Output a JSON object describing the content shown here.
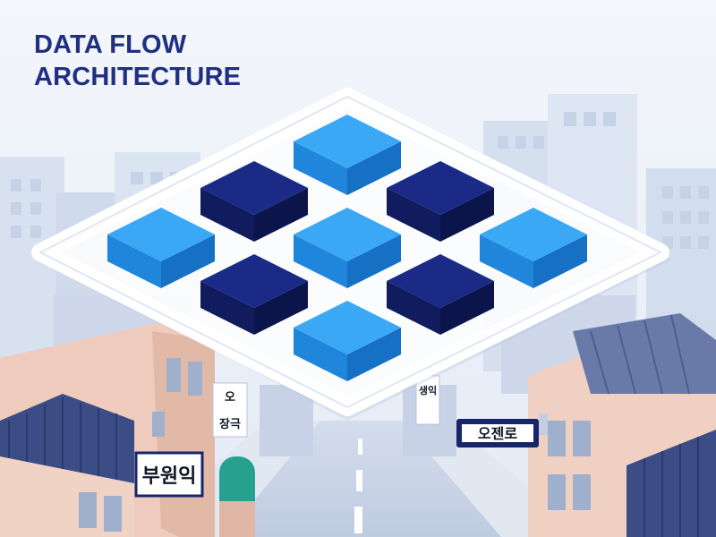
{
  "title": {
    "line1": "DATA FLOW",
    "line2": "ARCHITECTURE"
  },
  "signs": {
    "left_shop": "부원익",
    "left_pole_top": "오",
    "left_pole_bottom": "장극",
    "center_pole": "생익",
    "right_street": "오젠로"
  },
  "blocks": [
    {
      "row": 0,
      "col": 1,
      "shade": "light"
    },
    {
      "row": 1,
      "col": 0,
      "shade": "dark"
    },
    {
      "row": 1,
      "col": 2,
      "shade": "dark"
    },
    {
      "row": 2,
      "col": -1,
      "shade": "light"
    },
    {
      "row": 2,
      "col": 1,
      "shade": "light"
    },
    {
      "row": 2,
      "col": 3,
      "shade": "light"
    },
    {
      "row": 3,
      "col": 0,
      "shade": "dark"
    },
    {
      "row": 3,
      "col": 2,
      "shade": "dark"
    },
    {
      "row": 4,
      "col": 1,
      "shade": "light"
    }
  ],
  "colors": {
    "title": "#1f2f82",
    "block_light": "#2f9cf2",
    "block_dark": "#14237a",
    "sky": "#eef3fa",
    "building_bg": "#d7e2f1",
    "roof": "#3d4f86",
    "wall_pink": "#ecc4b4",
    "sign_navy": "#17256b"
  }
}
